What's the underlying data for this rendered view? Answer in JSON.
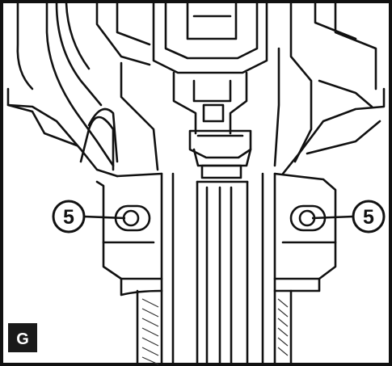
{
  "figure": {
    "label": "G",
    "callouts": [
      {
        "number": "5",
        "target": "left-screw"
      },
      {
        "number": "5",
        "target": "right-screw"
      }
    ]
  }
}
